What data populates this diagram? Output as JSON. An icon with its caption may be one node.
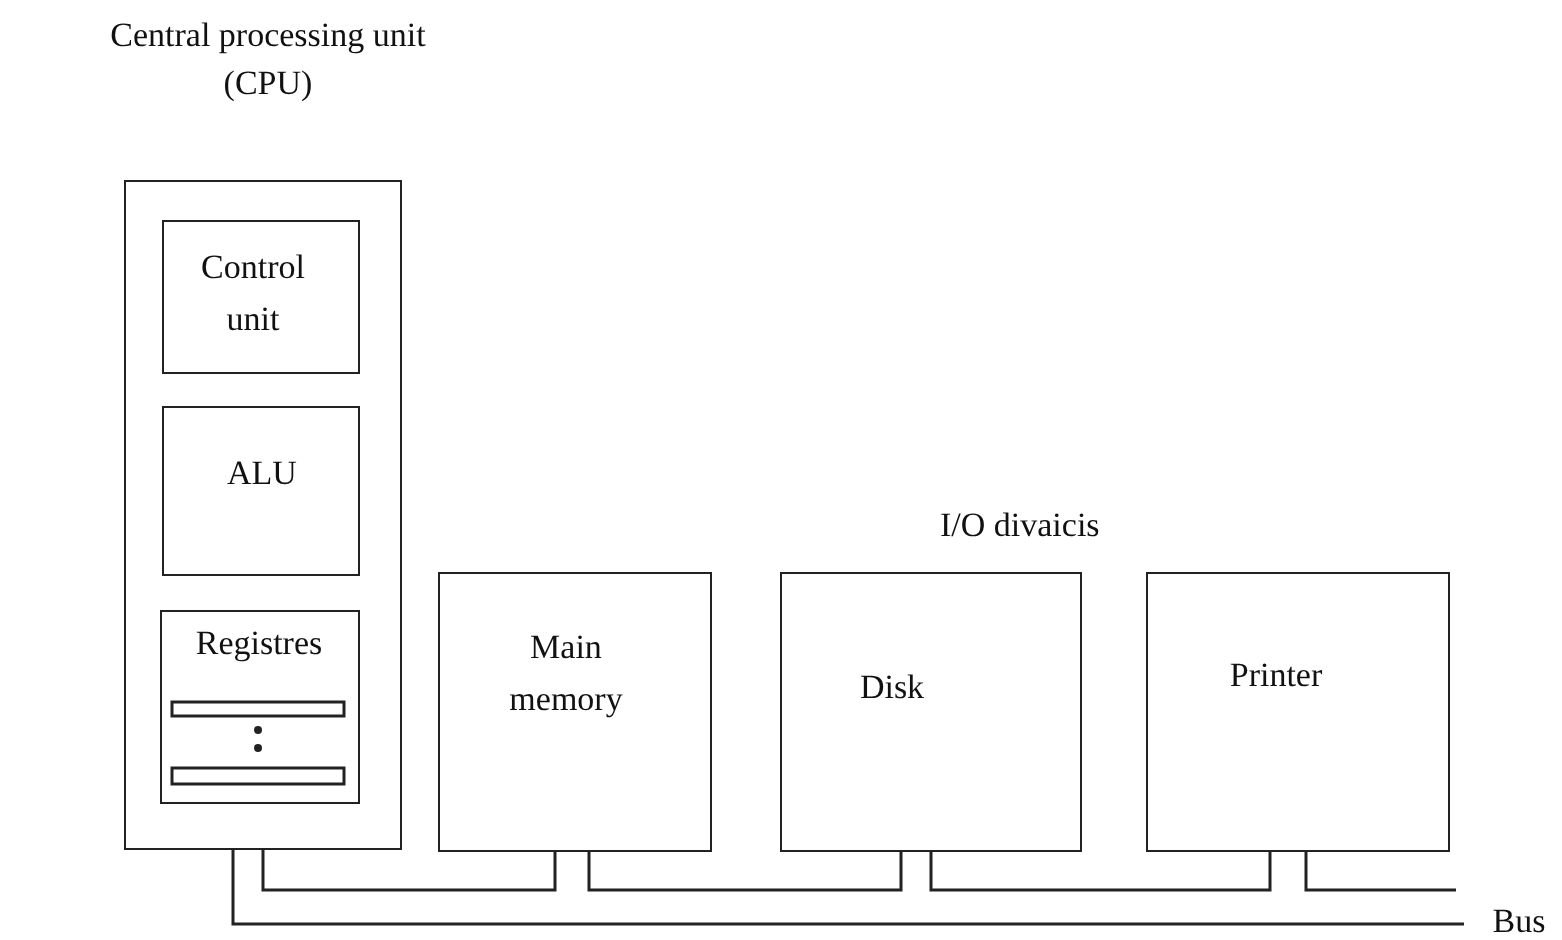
{
  "diagram": {
    "title": "Central processing unit (CPU)",
    "nodes": [
      {
        "text": [],
        "shape": "box"
      },
      {
        "text": [
          "Control unit"
        ],
        "in": 0
      },
      {
        "text": [
          "ALU"
        ],
        "in": 0
      },
      {
        "text": [
          "Registres"
        ],
        "in": 0
      },
      {
        "text": [
          "Main memory"
        ]
      },
      {
        "text": [
          "Disk"
        ]
      },
      {
        "text": [
          "Printer"
        ]
      },
      {
        "text": [
          "Bus"
        ]
      }
    ],
    "edges": [
      {
        "from": 0,
        "to": 4,
        "arrow": "none"
      },
      {
        "from": 4,
        "to": 5,
        "arrow": "none"
      },
      {
        "from": 5,
        "to": 6,
        "arrow": "none"
      },
      {
        "from": 6,
        "to": 7,
        "arrow": "none"
      },
      {
        "from": 0,
        "to": 7,
        "arrow": "none"
      }
    ],
    "labels": [
      "I/O divaicis"
    ]
  }
}
